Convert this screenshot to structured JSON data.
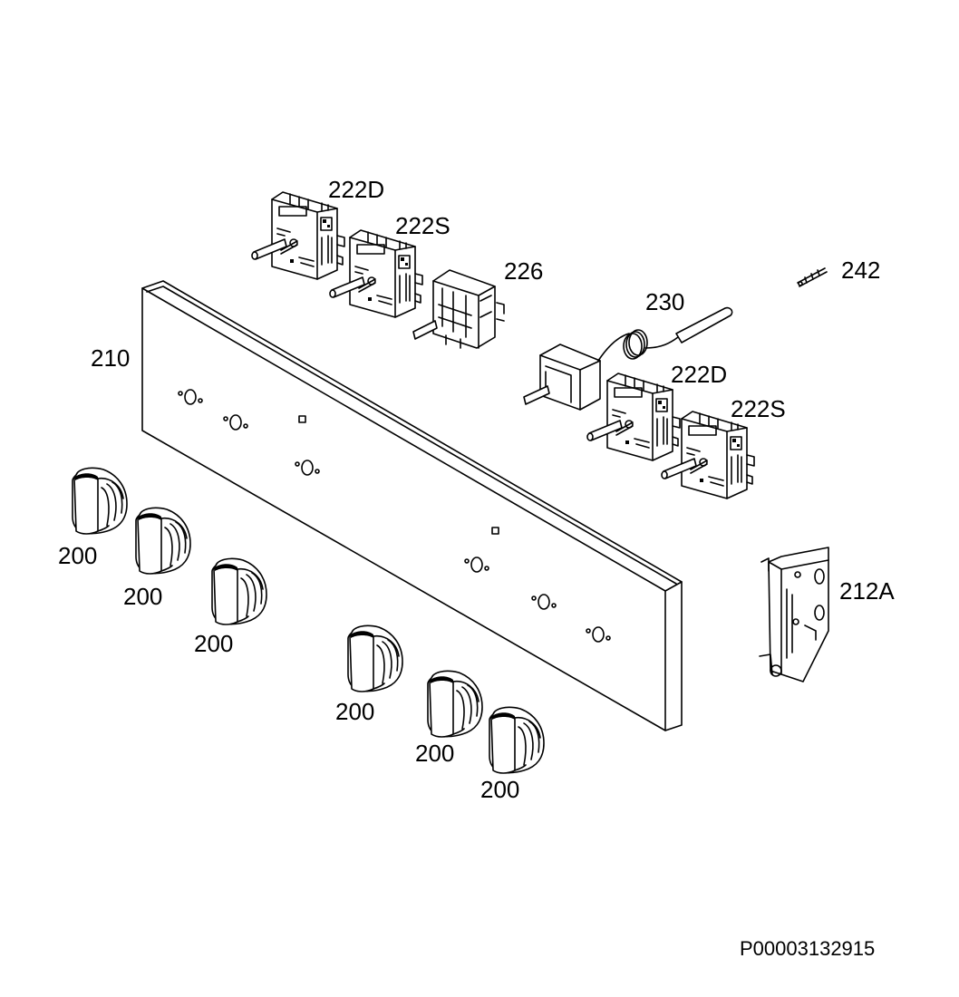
{
  "labels": {
    "switch_222d_top": "222D",
    "switch_222s_top": "222S",
    "selector_226": "226",
    "screw_242": "242",
    "thermostat_230": "230",
    "panel_210": "210",
    "switch_222d_right": "222D",
    "switch_222s_right": "222S",
    "bracket_212a": "212A",
    "knob_1": "200",
    "knob_2": "200",
    "knob_3": "200",
    "knob_4": "200",
    "knob_5": "200",
    "knob_6": "200"
  },
  "drawing_code": "P00003132915"
}
